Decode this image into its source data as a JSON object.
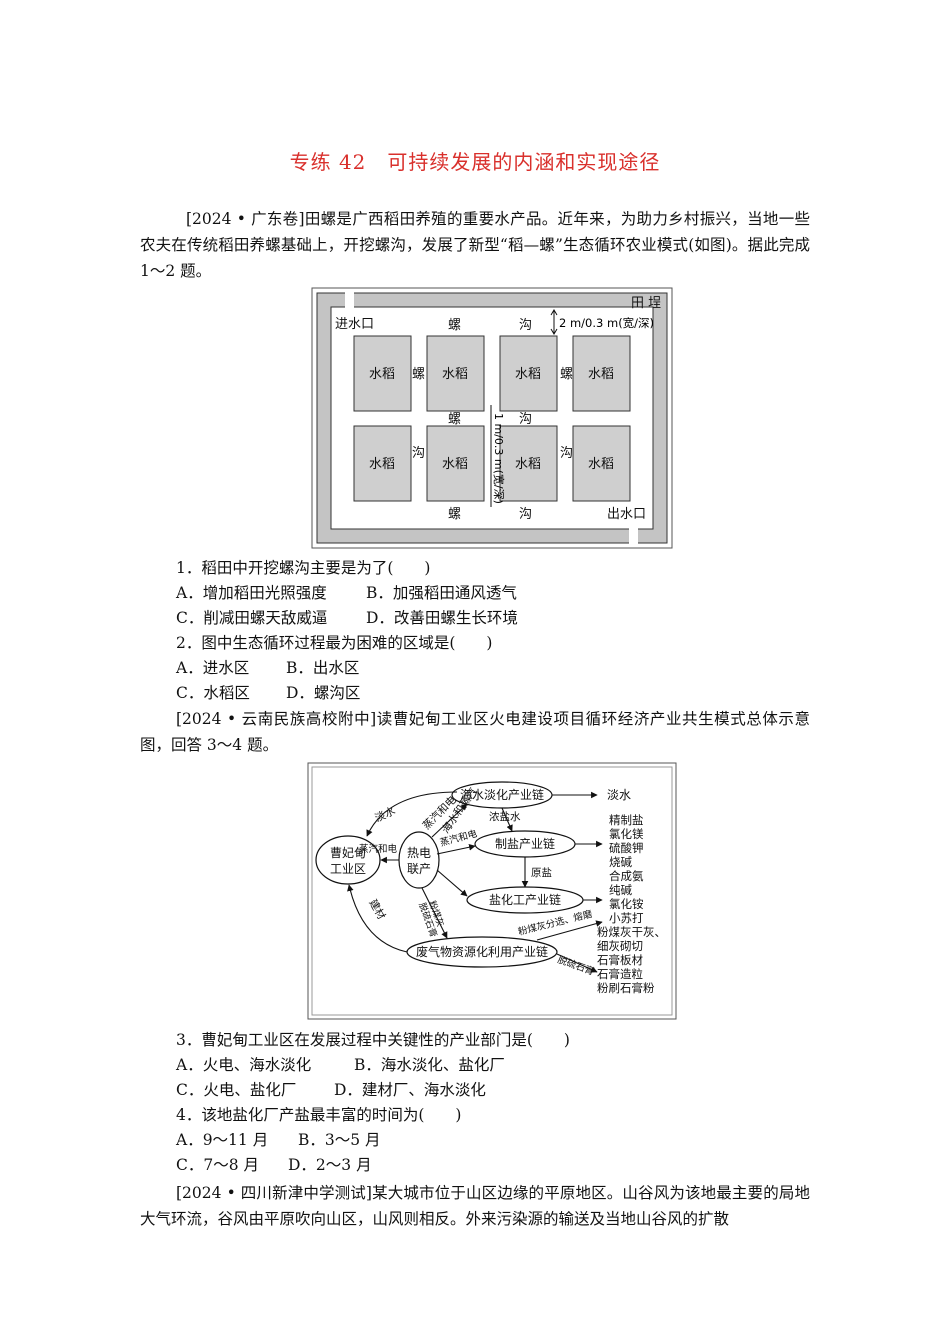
{
  "title": "专练 42　可持续发展的内涵和实现途径",
  "intro1": "[2024 • 广东卷]田螺是广西稻田养殖的重要水产品。近年来，为助力乡村振兴，当地一些农夫在传统稻田养螺基础上，开挖螺沟，发展了新型“稻—螺”生态循环农业模式(如图)。据此完成 1～2 题。",
  "fig1": {
    "bank": "田  埕",
    "inlet": "进水口",
    "outlet": "出水口",
    "luo": "螺",
    "gou": "沟",
    "rice": "水稻",
    "dim_outer": "2 m/0.3 m(宽/深)",
    "dim_inner": "1 m/0.3 m(宽/深)"
  },
  "q1": {
    "stem": "1．稻田中开挖螺沟主要是为了(　　)",
    "a": "A．增加稻田光照强度",
    "b": "B．加强稻田通风透气",
    "c": "C．削减田螺天敌威逼",
    "d": "D．改善田螺生长环境"
  },
  "q2": {
    "stem": "2．图中生态循环过程最为困难的区域是(　　)",
    "a": "A．进水区",
    "b": "B．出水区",
    "c": "C．水稻区",
    "d": "D．螺沟区"
  },
  "intro2": "[2024 • 云南民族高校附中]读曹妃甸工业区火电建设项目循环经济产业共生模式总体示意图，回答 3～4 题。",
  "fig2": {
    "zone_l1": "曹妃甸",
    "zone_l2": "工业区",
    "power_l1": "热电",
    "power_l2": "联产",
    "desal": "海水淡化产业链",
    "salt": "制盐产业链",
    "chem": "盐化工产业链",
    "waste": "废气物资源化利用产业链",
    "fresh": "淡水",
    "freshwater_label": "淡水",
    "steam1": "蒸汽和电",
    "steam2": "蒸汽和电",
    "steam3": "蒸汽和电",
    "seawater": "海水和蒸汽",
    "brine": "浓盐水",
    "rawsalt": "原盐",
    "jiancai": "建材",
    "fly": "粉煤灰分选、熔磨",
    "gypsum": "脱硫石膏",
    "ash_l1": "粉煤灰",
    "ash_l2": "脱硫石膏",
    "products_salt": [
      "精制盐",
      "氯化镁",
      "硫酸钾",
      "烧碱"
    ],
    "products_chem": [
      "合成氨",
      "纯碱",
      "氯化铵",
      "小苏打"
    ],
    "products_waste": [
      "粉煤灰干灰、",
      "细灰砌切",
      "石膏板材",
      "石膏造粒",
      "粉刷石膏粉"
    ]
  },
  "q3": {
    "stem": "3．曹妃甸工业区在发展过程中关键性的产业部门是(　　)",
    "a": "A．火电、海水淡化",
    "b": "B．海水淡化、盐化厂",
    "c": "C．火电、盐化厂",
    "d": "D．建材厂、海水淡化"
  },
  "q4": {
    "stem": "4．该地盐化厂产盐最丰富的时间为(　　)",
    "a": "A．9～11 月",
    "b": "B．3～5 月",
    "c": "C．7～8 月",
    "d": "D．2～3 月"
  },
  "intro3": "[2024 • 四川新津中学测试]某大城市位于山区边缘的平原地区。山谷风为该地最主要的局地大气环流，谷风由平原吹向山区，山风则相反。外来污染源的输送及当地山谷风的扩散"
}
